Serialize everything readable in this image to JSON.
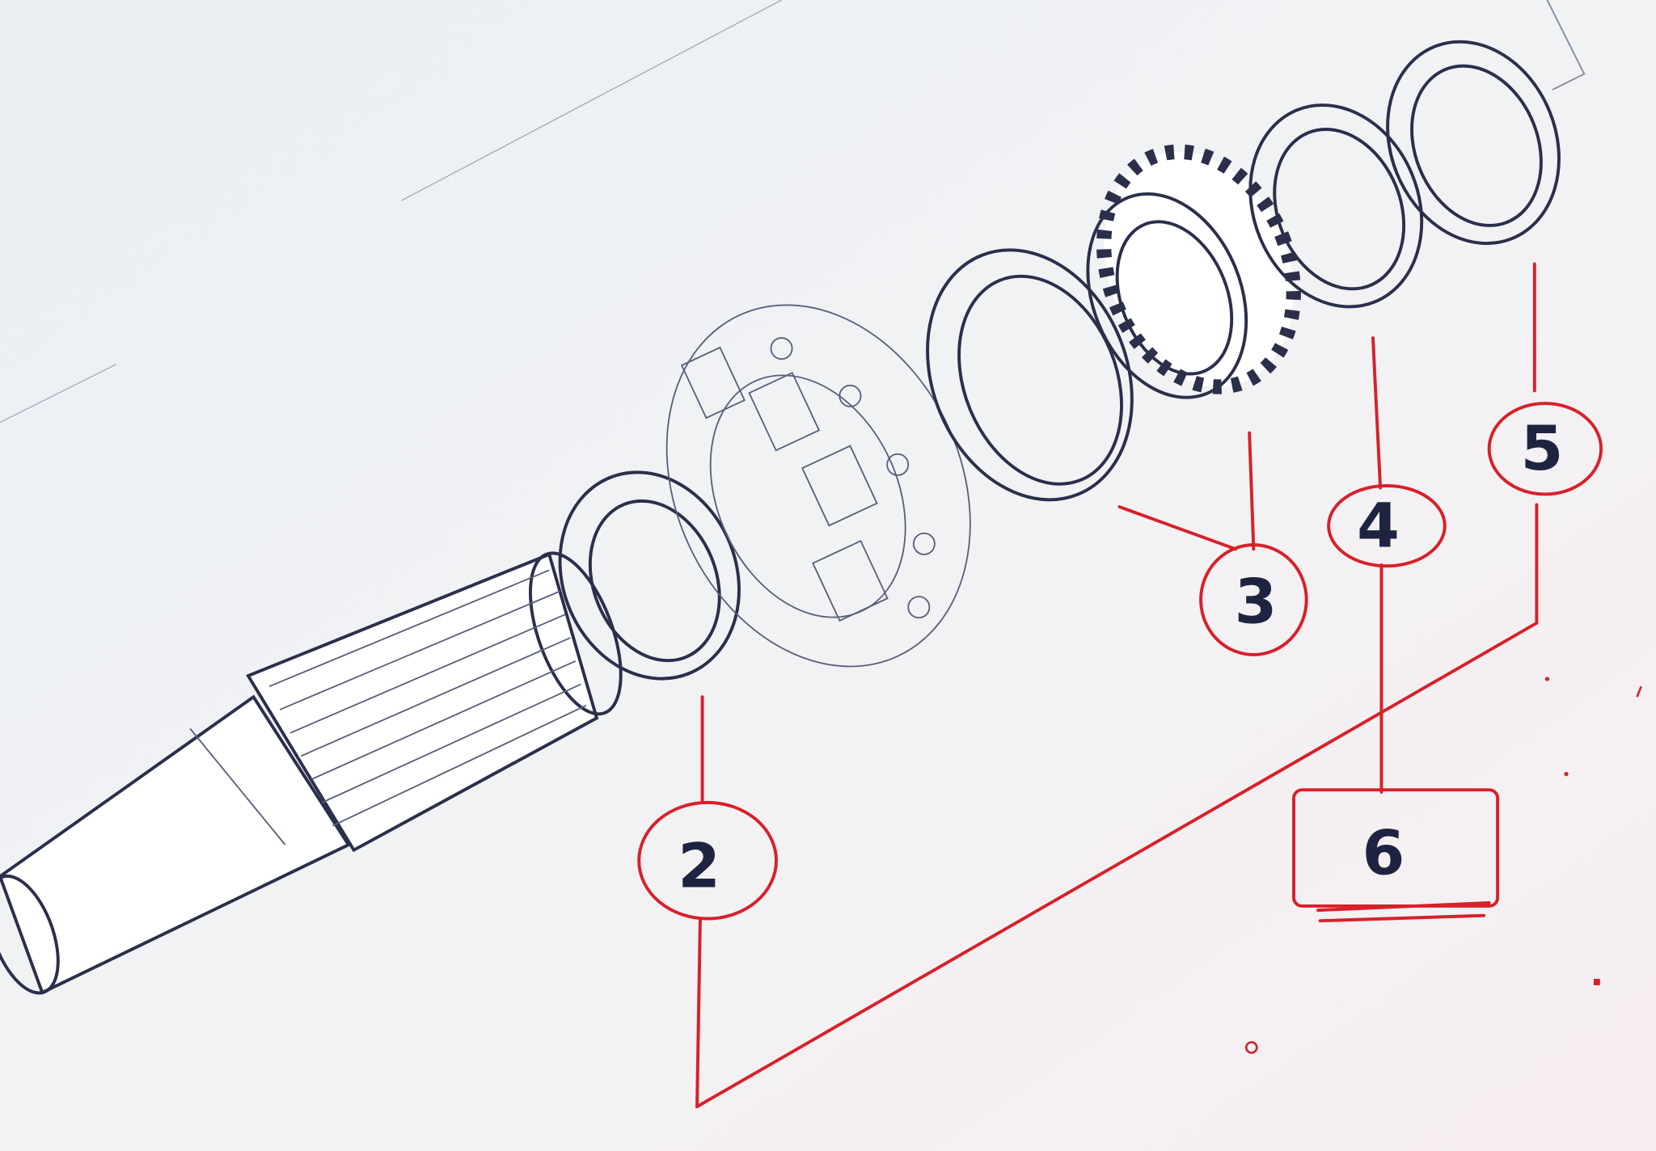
{
  "diagram": {
    "callouts": [
      {
        "id": "2",
        "label": "2",
        "shape": "circle"
      },
      {
        "id": "3",
        "label": "3",
        "shape": "circle"
      },
      {
        "id": "4",
        "label": "4",
        "shape": "circle"
      },
      {
        "id": "5",
        "label": "5",
        "shape": "circle"
      },
      {
        "id": "6",
        "label": "6",
        "shape": "box"
      }
    ],
    "colors": {
      "annotation": "#d8202a",
      "ink": "#2b2f4a",
      "paper": "#f3f3f5"
    }
  }
}
